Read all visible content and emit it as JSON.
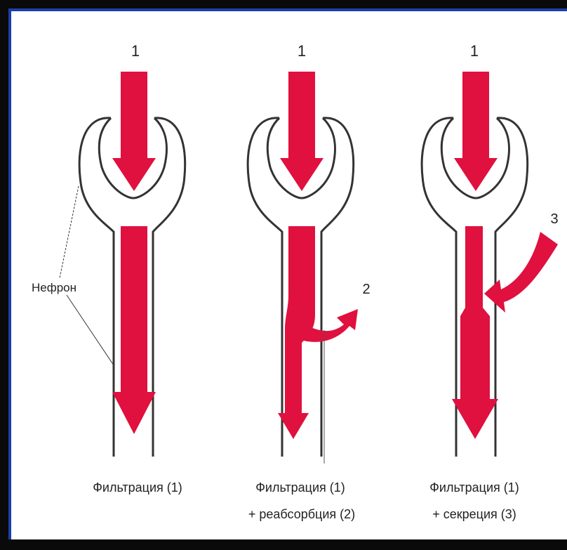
{
  "colors": {
    "arrow": "#e0103f",
    "outline": "#333333",
    "frame_border": "#1a3fa8",
    "background": "#ffffff"
  },
  "panels": [
    {
      "id": "filtration",
      "top_number": "1",
      "caption_line1": "Фильтрация (1)",
      "caption_line2": ""
    },
    {
      "id": "filtration-reabsorption",
      "top_number": "1",
      "side_number": "2",
      "caption_line1": "Фильтрация (1)",
      "caption_line2": "+ реабсорбция (2)"
    },
    {
      "id": "filtration-secretion",
      "top_number": "1",
      "side_number": "3",
      "caption_line1": "Фильтрация (1)",
      "caption_line2": "+ секреция (3)"
    }
  ],
  "nephron_label": "Нефрон"
}
